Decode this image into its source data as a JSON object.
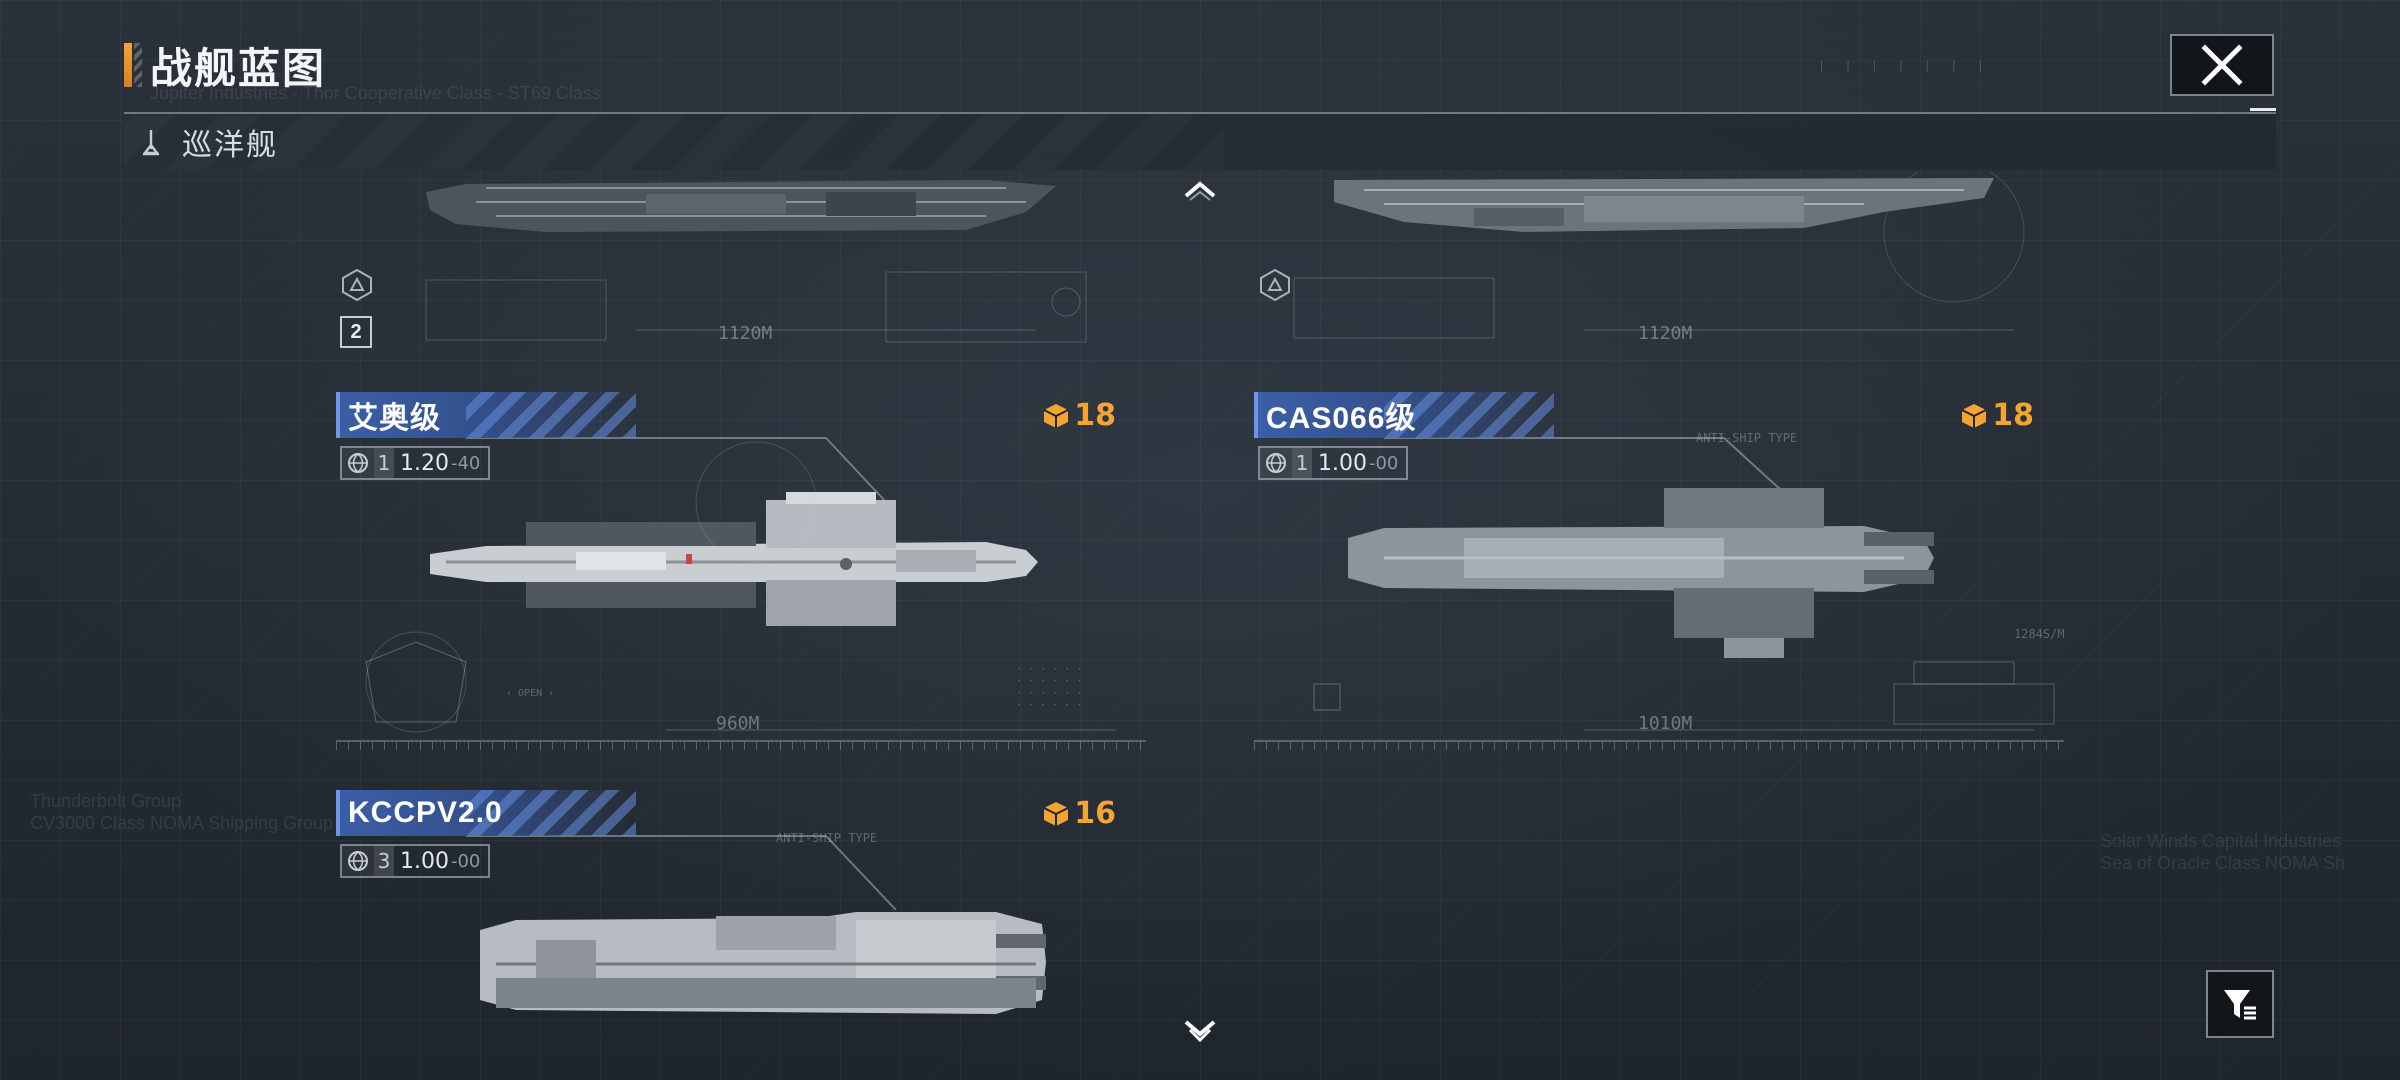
{
  "header": {
    "title": "战舰蓝图",
    "close_icon": "close-x-icon"
  },
  "category": {
    "label": "巡洋舰",
    "icon": "cruiser-class-icon"
  },
  "partial_cards": [
    {
      "length": "1120M",
      "level_badge": "2"
    },
    {
      "length": "1120M"
    }
  ],
  "cards": [
    {
      "name": "艾奥级",
      "cost": "18",
      "count": "1",
      "value_main": "1.20",
      "value_dim": "-40",
      "length": "960M",
      "open_label": "‹ OPEN ›"
    },
    {
      "name": "CAS066级",
      "cost": "18",
      "count": "1",
      "value_main": "1.00",
      "value_dim": "-00",
      "length": "1010M",
      "tag": "ANTI-SHIP TYPE",
      "dim_label": "1284S/M"
    },
    {
      "name": "KCCPV2.0",
      "cost": "16",
      "count": "3",
      "value_main": "1.00",
      "value_dim": "-00",
      "tag": "ANTI-SHIP TYPE"
    }
  ],
  "colors": {
    "accent": "#f4a531",
    "plate": "#3b5fa8",
    "background": "#20262e"
  },
  "icons": {
    "cost": "resource-cube-icon",
    "globe": "globe-icon",
    "filter": "filter-icon",
    "scroll_up": "chevron-up-icon",
    "scroll_down": "chevron-down-icon"
  }
}
